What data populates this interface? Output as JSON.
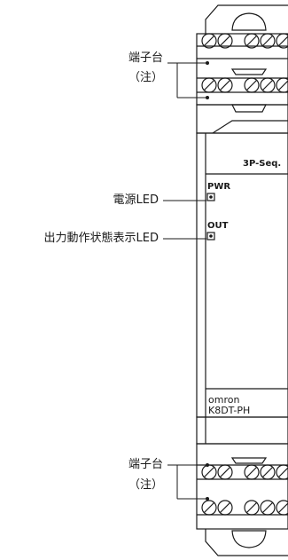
{
  "callouts": {
    "top_terminal": {
      "label": "端子台",
      "note": "（注）"
    },
    "bottom_terminal": {
      "label": "端子台",
      "note": "（注）"
    },
    "power_led": "電源LED",
    "output_led": "出力動作状態表示LED"
  },
  "device": {
    "model_tag": "3P-Seq.",
    "pwr_label": "PWR",
    "out_label": "OUT",
    "brand": "omron",
    "model": "K8DT-PH"
  },
  "colors": {
    "line": "#1a1a1a",
    "body": "#ffffff",
    "shade": "#d9d9d9"
  }
}
